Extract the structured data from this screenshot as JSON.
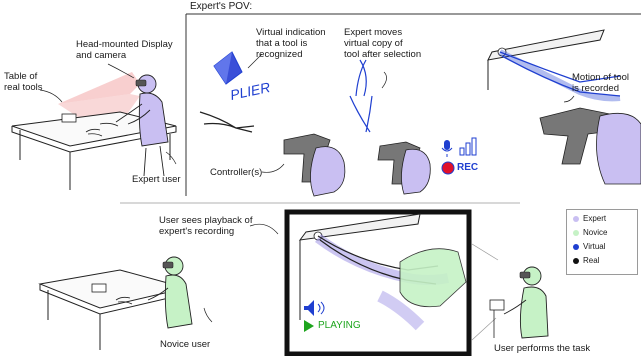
{
  "top_panel": {
    "title": "Expert's POV:",
    "labels": {
      "tool_recognized": "Virtual indication\nthat a tool is\nrecognized",
      "expert_moves": "Expert moves\nvirtual copy of\ntool after selection",
      "motion_recorded": "Motion of tool\nis recorded",
      "controllers": "Controller(s)",
      "plier_handwriting": "PLIER",
      "rec": "REC"
    }
  },
  "top_left": {
    "labels": {
      "hmd": "Head-mounted Display\nand camera",
      "table_tools": "Table of\nreal tools",
      "expert_user": "Expert user"
    }
  },
  "bottom": {
    "labels": {
      "user_sees": "User sees playback of\nexpert's recording",
      "novice_user": "Novice user",
      "user_performs": "User performs the task",
      "playing": "PLAYING"
    }
  },
  "legend": {
    "items": [
      {
        "label": "Expert",
        "color": "#c9bff2"
      },
      {
        "label": "Novice",
        "color": "#c6f2c6"
      },
      {
        "label": "Virtual",
        "color": "#1f3fd0"
      },
      {
        "label": "Real",
        "color": "#111111"
      }
    ]
  },
  "colors": {
    "expert": "#c9bff2",
    "novice": "#c6f2c6",
    "virtual": "#1f3fd0",
    "real": "#111111",
    "rec_dot": "#e0102a",
    "play": "#1ea51e",
    "fov": "#f2a8a8"
  }
}
